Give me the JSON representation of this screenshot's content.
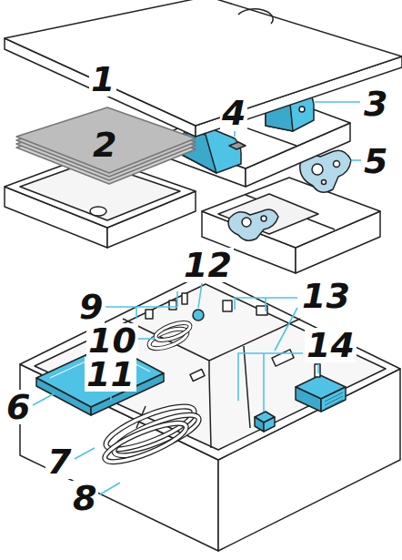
{
  "diagram": {
    "labels": [
      "1",
      "2",
      "3",
      "4",
      "5",
      "12",
      "9",
      "13",
      "10",
      "11",
      "6",
      "14",
      "7",
      "8"
    ]
  }
}
